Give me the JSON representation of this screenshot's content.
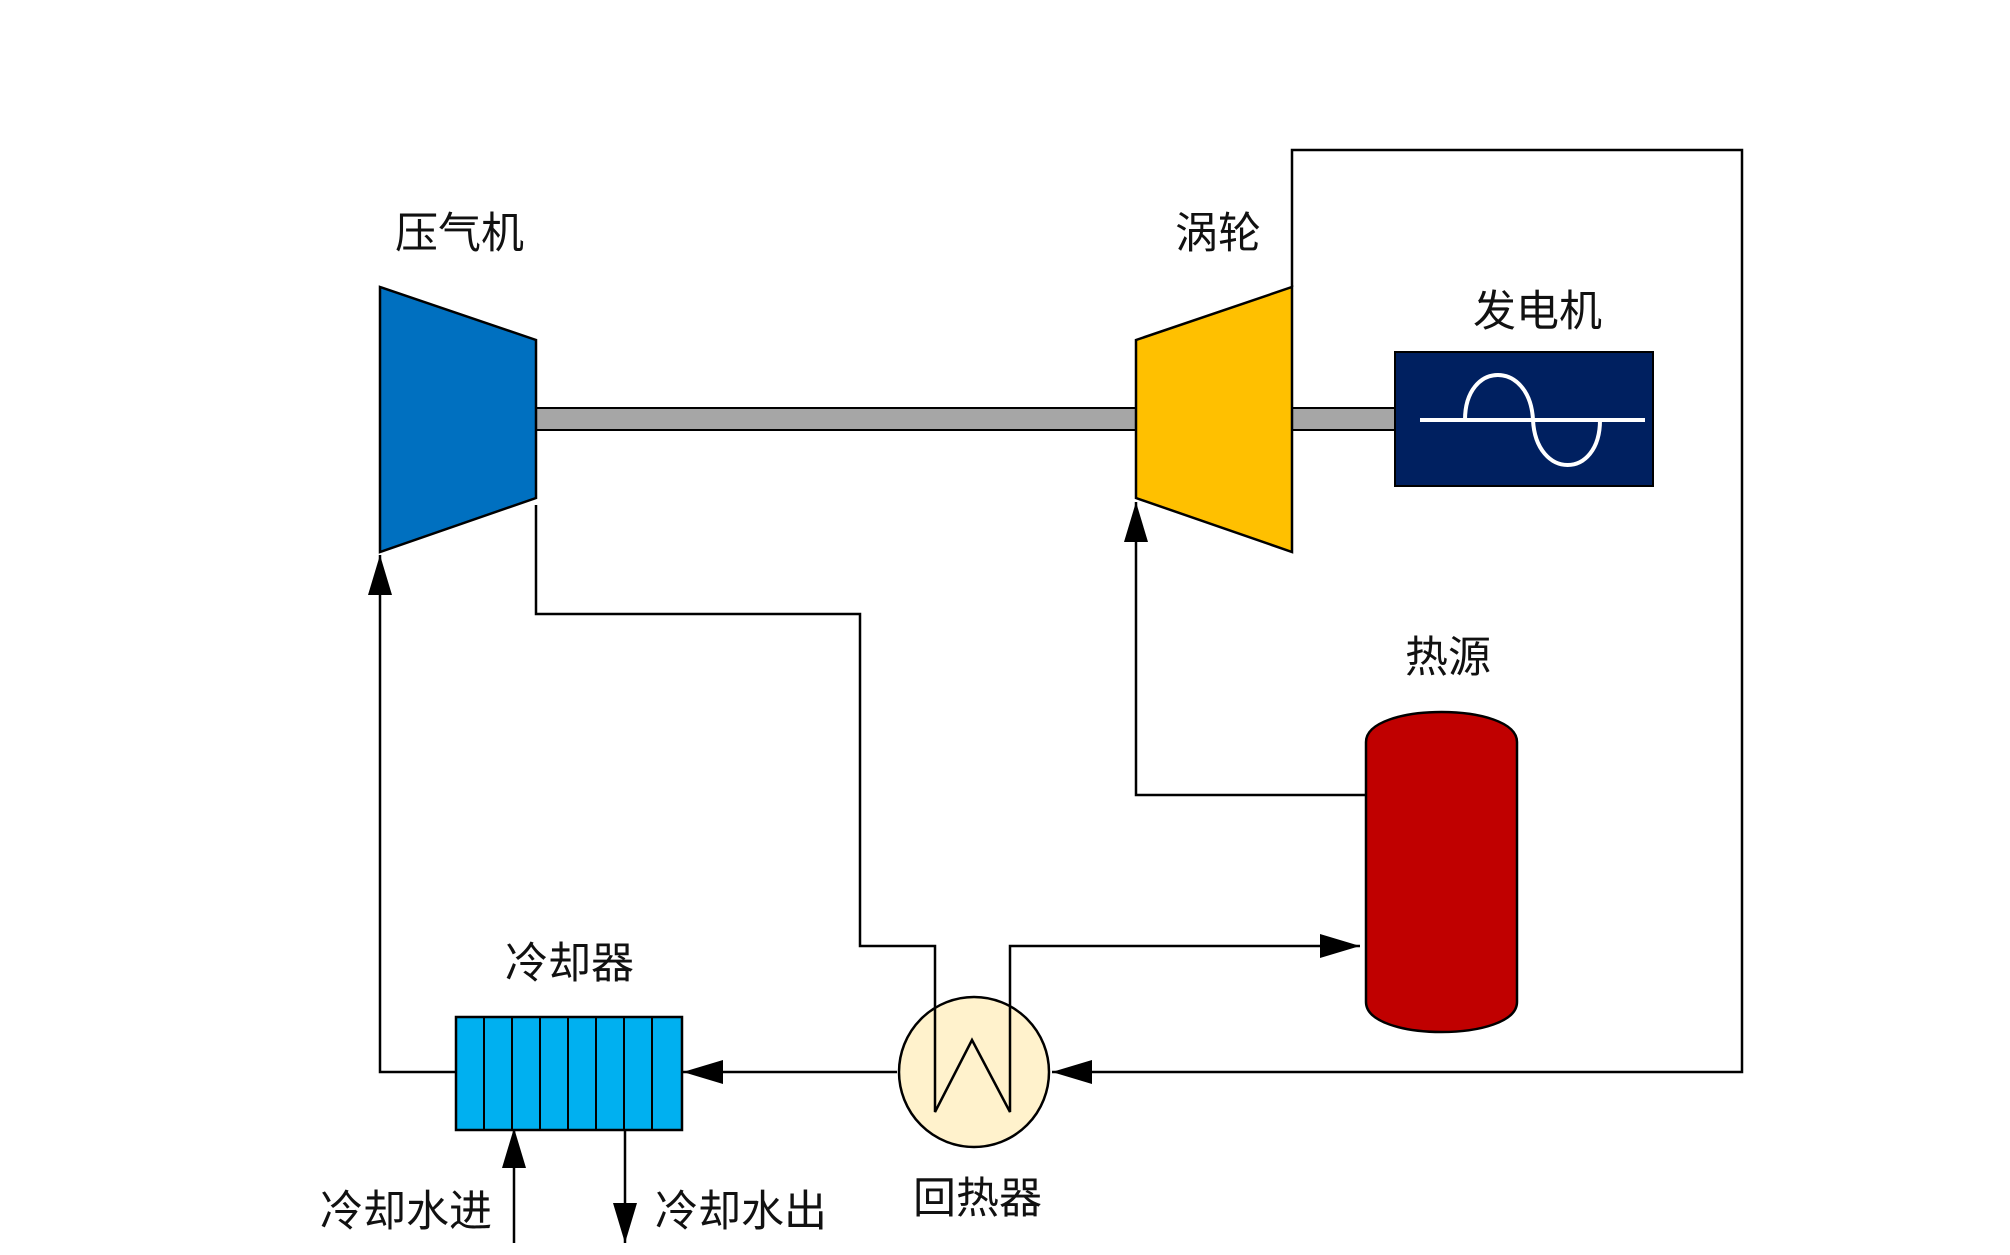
{
  "labels": {
    "compressor": "压气机",
    "turbine": "涡轮",
    "generator": "发电机",
    "heat_source": "热源",
    "cooler": "冷却器",
    "recuperator": "回热器",
    "cooling_water_in": "冷却水进",
    "cooling_water_out": "冷却水出"
  },
  "colors": {
    "compressor": "#0070c0",
    "turbine": "#ffc000",
    "generator": "#002060",
    "heat_source": "#c00000",
    "cooler": "#00b0f0",
    "recuperator": "#fff2cc",
    "shaft": "#a6a6a6",
    "line": "#000000"
  },
  "icons": {
    "generator_symbol": "sine-wave-icon",
    "recuperator_symbol": "zigzag-coil-icon"
  }
}
